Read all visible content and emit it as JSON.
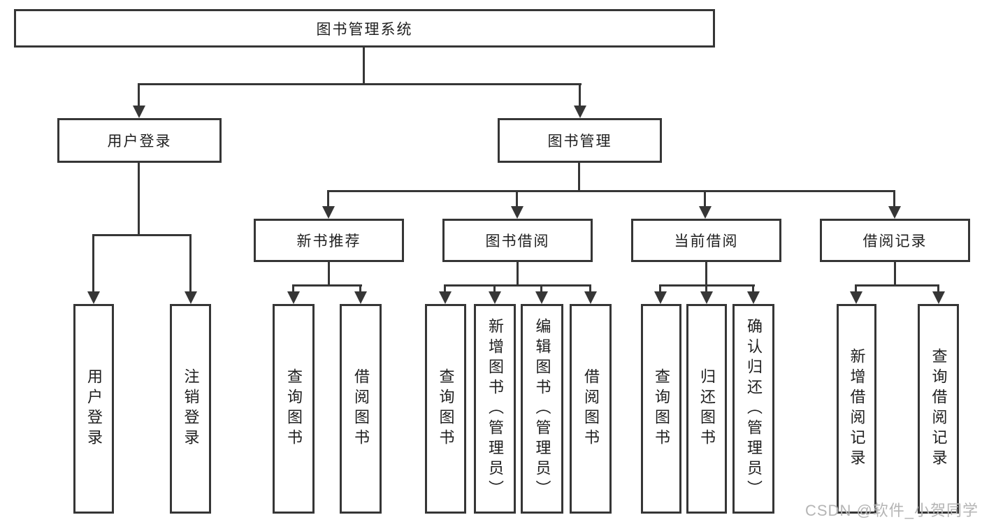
{
  "diagram": {
    "root_label": "图书管理系统",
    "level2": [
      {
        "label": "用户登录",
        "leaves": [
          "用户登录",
          "注销登录"
        ]
      },
      {
        "label": "图书管理",
        "groups": [
          {
            "label": "新书推荐",
            "leaves": [
              "查询图书",
              "借阅图书"
            ]
          },
          {
            "label": "图书借阅",
            "leaves": [
              "查询图书",
              "新增图书（管理员）",
              "编辑图书（管理员）",
              "借阅图书"
            ]
          },
          {
            "label": "当前借阅",
            "leaves": [
              "查询图书",
              "归还图书",
              "确认归还（管理员）"
            ]
          },
          {
            "label": "借阅记录",
            "leaves": [
              "新增借阅记录",
              "查询借阅记录"
            ]
          }
        ]
      }
    ]
  },
  "watermark": {
    "text": "CSDN @软件_小贺同学"
  },
  "colors": {
    "line": "#363636",
    "text": "#1f1f1f",
    "background": "#ffffff",
    "watermark": "#b5b5b5"
  }
}
